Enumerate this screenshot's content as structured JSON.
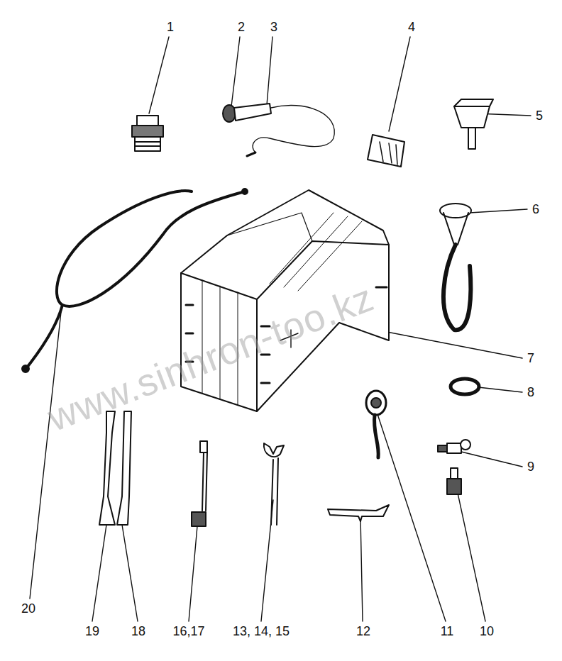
{
  "diagram": {
    "labels": [
      "1",
      "2",
      "3",
      "4",
      "5",
      "6",
      "7",
      "8",
      "9",
      "10",
      "11",
      "12",
      "13, 14, 15",
      "16,17",
      "18",
      "19",
      "20",
      "www.sinhron-too.kz"
    ]
  }
}
